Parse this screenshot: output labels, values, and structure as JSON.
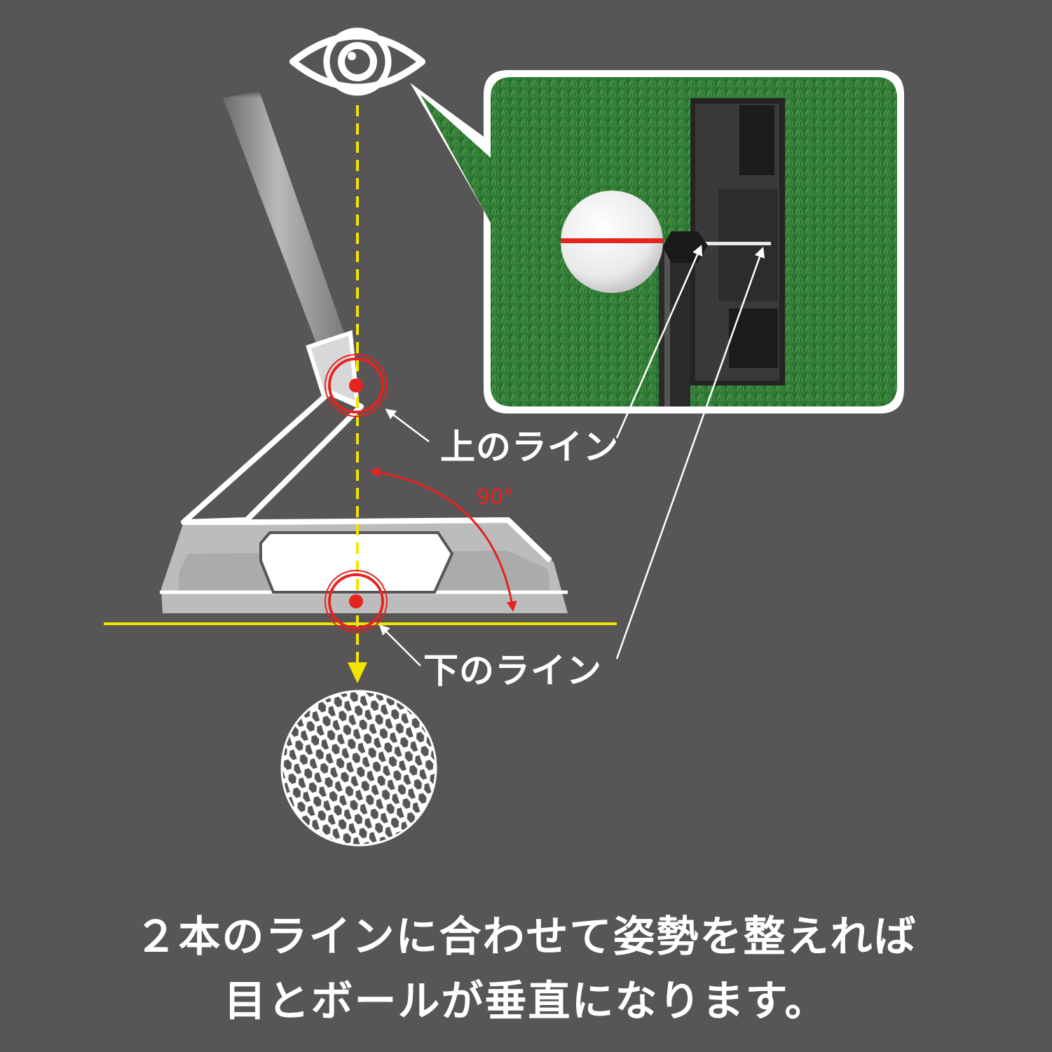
{
  "labels": {
    "upper_line": "上のライン",
    "lower_line": "下のライン",
    "angle": "90°"
  },
  "caption": {
    "line1": "２本のラインに合わせて姿勢を整えれば",
    "line2": "目とボールが垂直になります。"
  },
  "icons": {
    "eye": "eye-icon",
    "golf_ball": "golf-ball-icon",
    "target": "target-marker-icon"
  },
  "colors": {
    "background": "#575556",
    "sightline": "#f2e500",
    "marker": "#e52320",
    "turf": "#2f7a35",
    "white": "#ffffff"
  }
}
